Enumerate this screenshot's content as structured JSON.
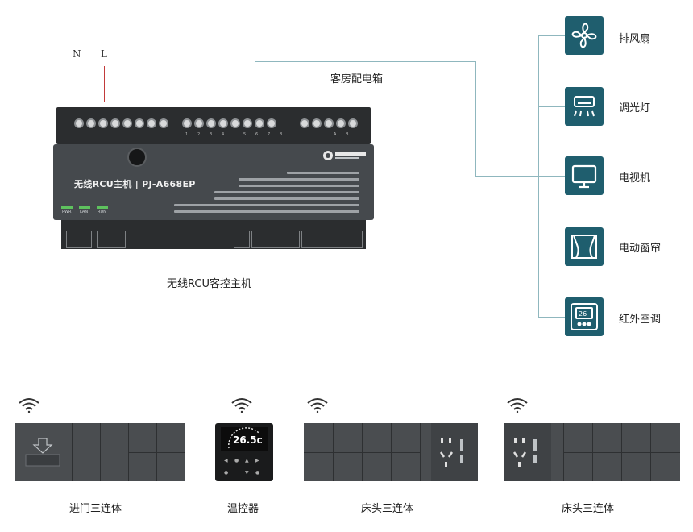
{
  "wires": {
    "n": "N",
    "l": "L"
  },
  "rcu": {
    "title": "无线RCU主机 | PJ-A668EP",
    "leds": [
      "PWR",
      "LAN",
      "RUN"
    ],
    "terminal_numbers": [
      "1",
      "2",
      "3",
      "4",
      "5",
      "6",
      "7",
      "8",
      "A",
      "B"
    ],
    "caption": "无线RCU客控主机"
  },
  "distribution_box_label": "客房配电箱",
  "devices": [
    {
      "label": "排风扇",
      "icon": "fan-icon"
    },
    {
      "label": "调光灯",
      "icon": "light-icon"
    },
    {
      "label": "电视机",
      "icon": "tv-icon"
    },
    {
      "label": "电动窗帘",
      "icon": "curtain-icon"
    },
    {
      "label": "红外空调",
      "icon": "thermostat-icon"
    }
  ],
  "thermostat_display": {
    "temp": "26.5c"
  },
  "panels": [
    {
      "label": "进门三连体"
    },
    {
      "label": "温控器"
    },
    {
      "label": "床头三连体"
    },
    {
      "label": "床头三连体"
    }
  ],
  "colors": {
    "icon_bg": "#1f5e6e",
    "line": "#8fb7be",
    "wire_n": "#4a7fc0",
    "wire_l": "#c23a3a",
    "led": "#5ec25e"
  }
}
